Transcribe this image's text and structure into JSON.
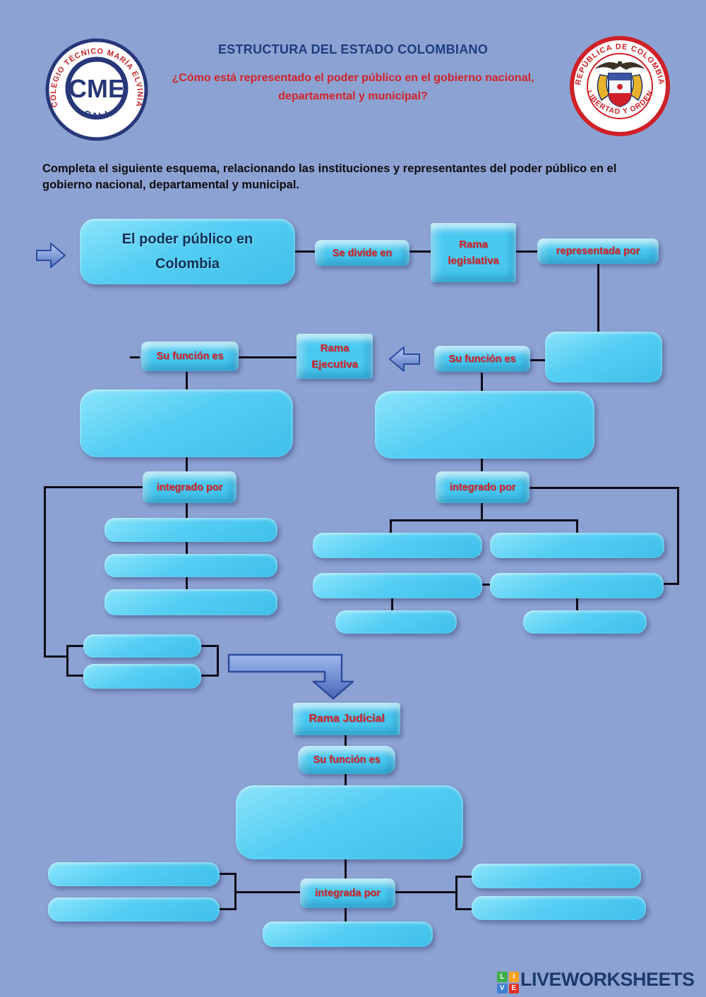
{
  "header": {
    "title": "ESTRUCTURA DEL ESTADO COLOMBIANO",
    "subtitle_line1": "¿Cómo está representado el poder público en el gobierno nacional,",
    "subtitle_line2": "departamental y municipal?",
    "school_seal": {
      "ring_text": "COLEGIO TÉCNICO MARÍA ELVINIA",
      "city": "CALI",
      "monogram": "CME"
    },
    "colombia_seal": {
      "ring_text_top": "REPÚBLICA DE COLOMBIA",
      "ring_text_bottom": "LIBERTAD Y ORDEN"
    }
  },
  "instructions": "Completa el siguiente esquema, relacionando las instituciones y representantes del poder público en el gobierno nacional, departamental y municipal.",
  "diagram": {
    "root": {
      "line1": "El poder público en",
      "line2": "Colombia"
    },
    "se_divide_en": "Se divide en",
    "rama_legislativa": {
      "line1": "Rama",
      "line2": "legislativa"
    },
    "representada_por": "representada por",
    "su_funcion_es_left": "Su función es",
    "rama_ejecutiva": {
      "line1": "Rama",
      "line2": "Ejecutiva"
    },
    "su_funcion_es_right": "Su función es",
    "integrado_por_left": "integrado por",
    "integrado_por_right": "integrado por",
    "rama_judicial": "Rama Judicial",
    "su_funcion_es_judicial": "Su función es",
    "integrada_por": "integrada por"
  },
  "footer": {
    "brand": "LIVEWORKSHEETS",
    "logo_letters": [
      "L",
      "I",
      "V",
      "E"
    ],
    "logo_colors": [
      "#3fae49",
      "#f6a21d",
      "#3e7fd0",
      "#e03127"
    ]
  },
  "colors": {
    "background": "#8ca2d2",
    "box_fill": "#4ac9f0",
    "label_text": "#d2232a",
    "heading_text": "#1e3d7d",
    "connector_line": "#0c0c18"
  }
}
